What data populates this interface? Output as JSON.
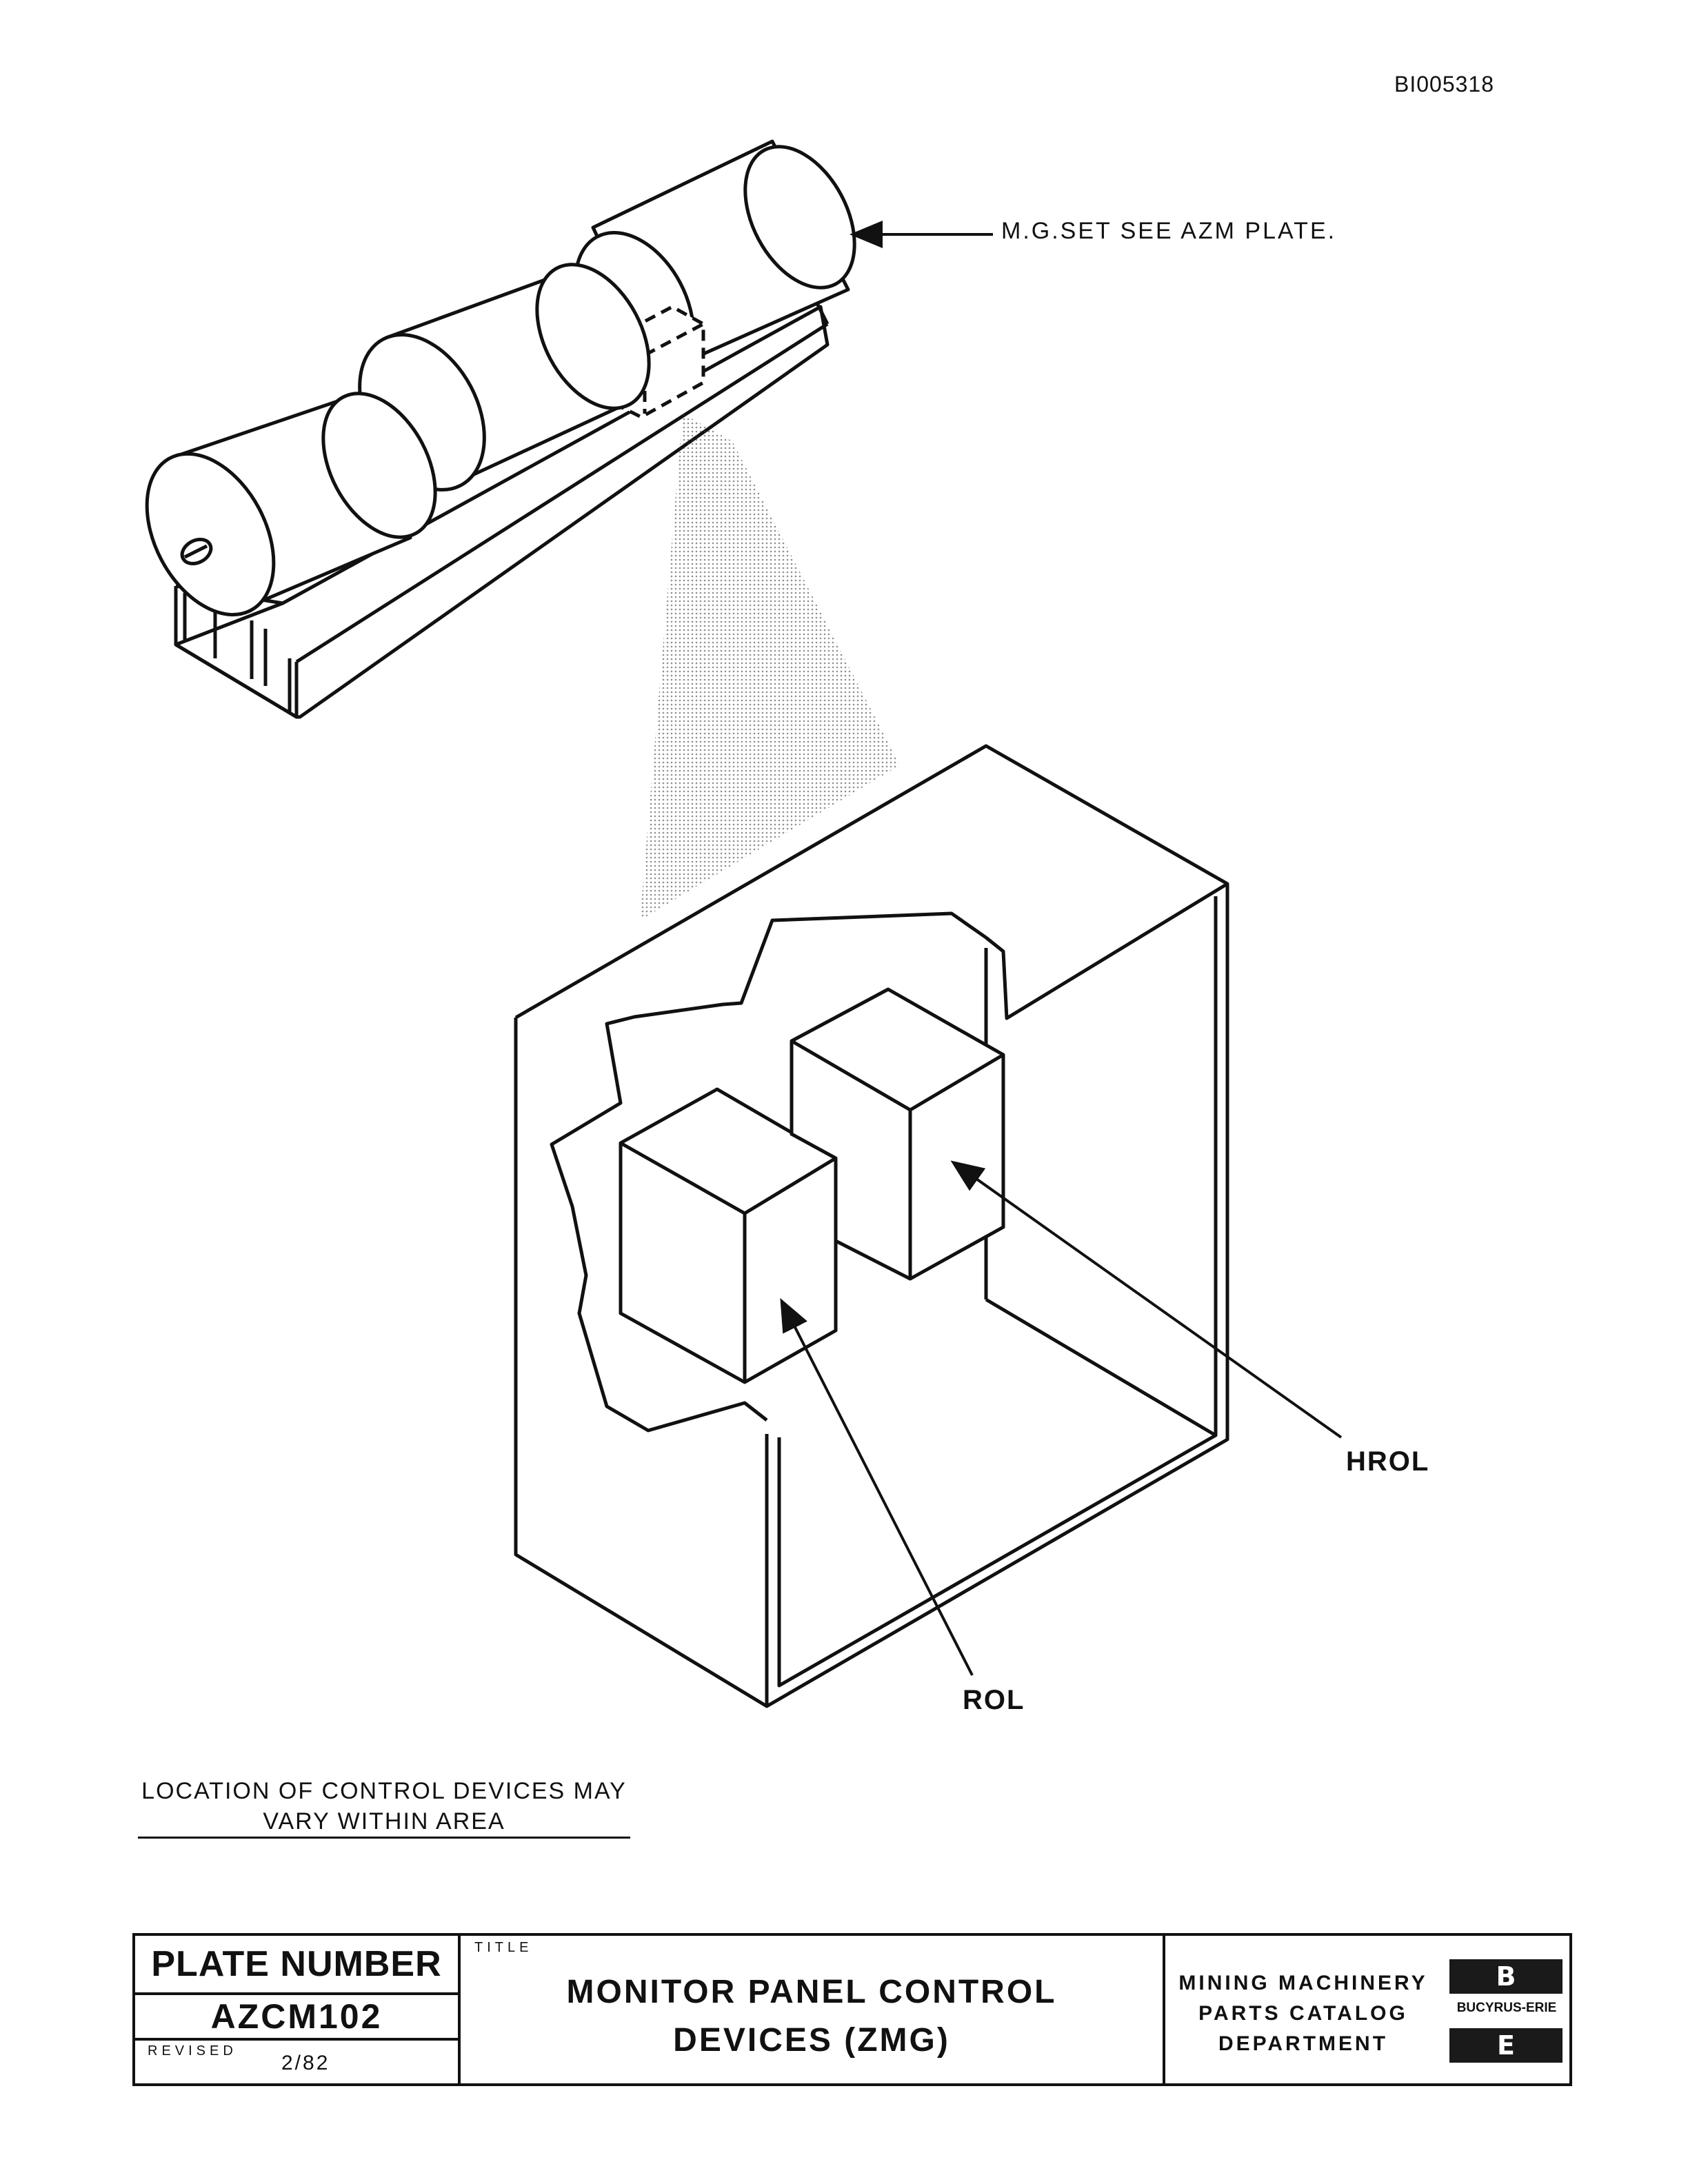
{
  "document_id": "BI005318",
  "callouts": {
    "mg_set": "M.G.SET SEE AZM PLATE.",
    "hrol": "HROL",
    "rol": "ROL"
  },
  "note": {
    "line1": "LOCATION OF CONTROL DEVICES MAY",
    "line2": "VARY WITHIN AREA"
  },
  "title_block": {
    "plate_label": "PLATE NUMBER",
    "plate_number": "AZCM102",
    "revised_label": "REVISED",
    "revised_date": "2/82",
    "title_label": "TITLE",
    "title_line1": "MONITOR PANEL CONTROL",
    "title_line2": "DEVICES (ZMG)",
    "department": [
      "MINING MACHINERY",
      "PARTS CATALOG",
      "DEPARTMENT"
    ],
    "logo_letters": [
      "B",
      "E"
    ],
    "logo_name": "BUCYRUS-ERIE"
  }
}
